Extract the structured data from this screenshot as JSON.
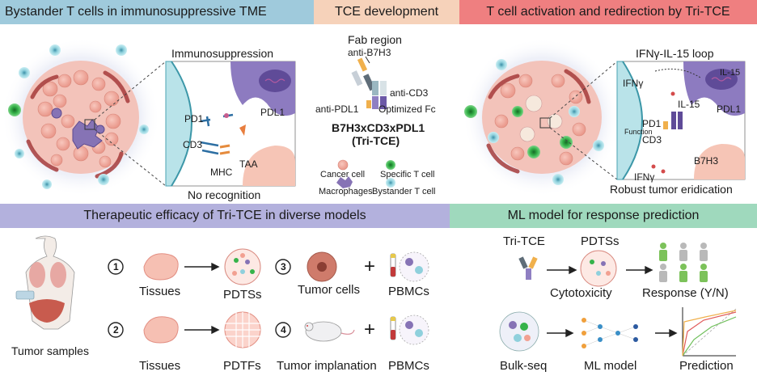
{
  "headers": {
    "bystander": "Bystander T cells in immunosuppressive TME",
    "tce_dev": "TCE development",
    "activation": "T cell activation and redirection by Tri-TCE",
    "efficacy": "Therapeutic efficacy of Tri-TCE in diverse models",
    "ml": "ML model for response prediction"
  },
  "left_panel": {
    "title": "Immunosuppression",
    "pd1": "PD1",
    "pdl1": "PDL1",
    "cd3": "CD3",
    "mhc": "MHC",
    "taa": "TAA",
    "footer": "No recognition"
  },
  "center_panel": {
    "fab": "Fab region",
    "anti_b7h3": "anti-B7H3",
    "anti_cd3": "anti-CD3",
    "anti_pdl1": "anti-PDL1",
    "opt_fc": "Optimized Fc",
    "name1": "B7H3xCD3xPDL1",
    "name2": "(Tri-TCE)",
    "legend": {
      "cancer": "Cancer cell",
      "specific": "Specific T cell",
      "macro": "Macrophages",
      "bystander": "Bystander T cell"
    }
  },
  "right_panel": {
    "loop": "IFNγ-IL-15 loop",
    "ifng_top": "IFNγ",
    "il15_a": "IL-15",
    "il15_b": "IL-15",
    "pd1": "PD1",
    "pdl1": "PDL1",
    "cd3": "CD3",
    "function": "Function",
    "b7h3": "B7H3",
    "ifng_bottom": "IFNγ",
    "footer": "Robust tumor eridication"
  },
  "efficacy_panel": {
    "samples": "Tumor samples",
    "n1": "1",
    "n2": "2",
    "n3": "3",
    "n4": "4",
    "tissues1": "Tissues",
    "pdtss": "PDTSs",
    "tissues2": "Tissues",
    "pdtfs": "PDTFs",
    "tumor_cells": "Tumor cells",
    "pbmcs1": "PBMCs",
    "tumor_impl": "Tumor implanation",
    "pbmcs2": "PBMCs",
    "plus": "+"
  },
  "ml_panel": {
    "tri_tce": "Tri-TCE",
    "pdtss": "PDTSs",
    "cytotox": "Cytotoxicity",
    "response": "Response (Y/N)",
    "bulk": "Bulk-seq",
    "model": "ML model",
    "prediction": "Prediction"
  },
  "colors": {
    "header_blue": "#9fcadc",
    "header_peach": "#f6d2ba",
    "header_red": "#ef7f80",
    "header_lavender": "#b3b1dd",
    "header_mint": "#9fd9bd",
    "tcell_cyan": "#9fd3df",
    "tcell_green": "#36b34a",
    "macrophage": "#8673b5",
    "tumor_pink": "#f2b0a4",
    "stroma_red": "#a63b3b"
  }
}
